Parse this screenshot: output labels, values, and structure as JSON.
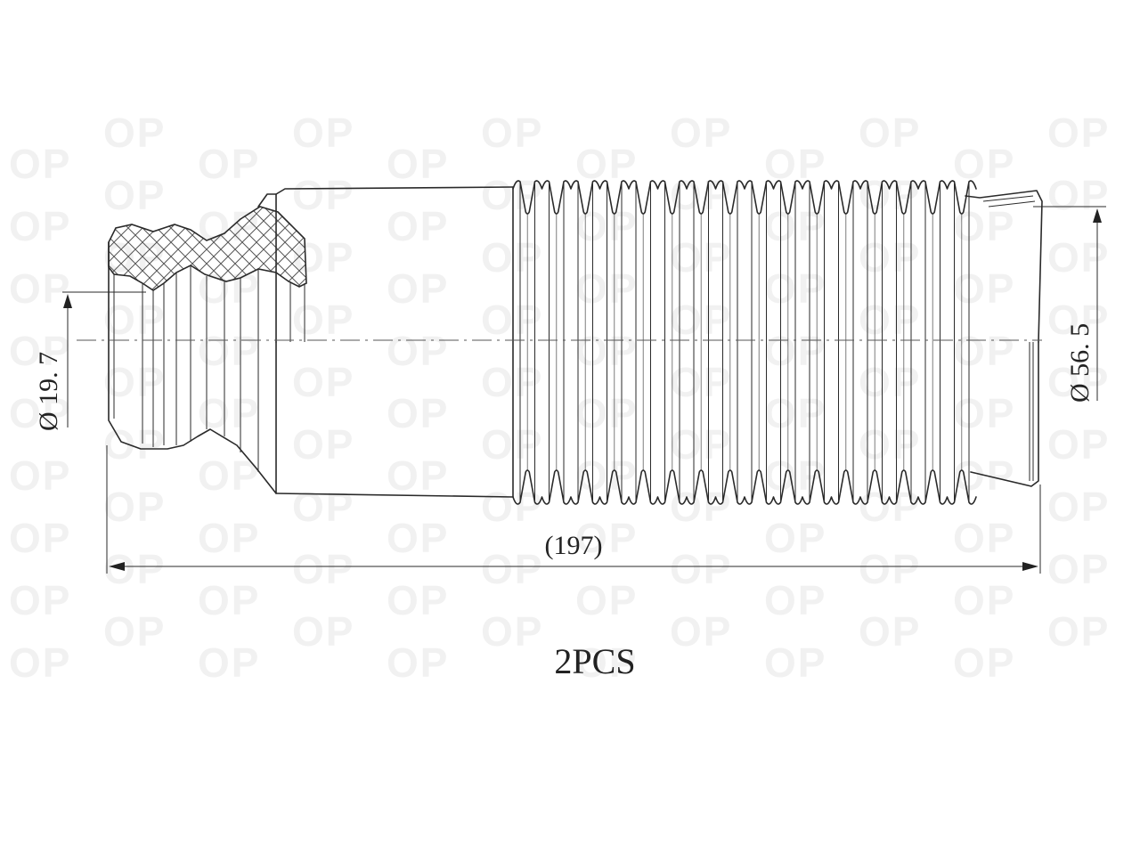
{
  "watermark": {
    "text": "OP"
  },
  "dimensions": {
    "inner_diameter": "Ø 19. 7",
    "outer_diameter": "Ø 56. 5",
    "overall_length": "(197)"
  },
  "quantity": "2PCS",
  "colors": {
    "line": "#2a2a2a",
    "watermark": "#f1f1f1",
    "background": "#ffffff"
  }
}
